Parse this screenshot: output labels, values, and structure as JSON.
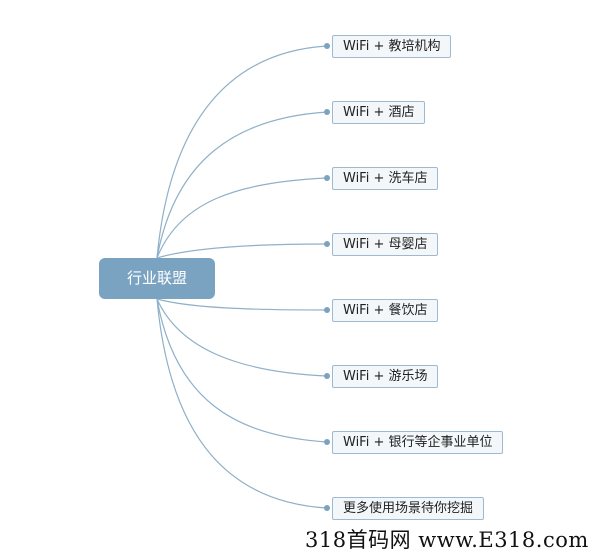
{
  "root": {
    "label": "行业联盟"
  },
  "branches": [
    {
      "label": "WiFi + 教培机构"
    },
    {
      "label": "WiFi + 酒店"
    },
    {
      "label": "WiFi + 洗车店"
    },
    {
      "label": "WiFi + 母婴店"
    },
    {
      "label": "WiFi + 餐饮店"
    },
    {
      "label": "WiFi + 游乐场"
    },
    {
      "label": "WiFi + 银行等企事业单位"
    },
    {
      "label": "更多使用场景待你挖掘"
    }
  ],
  "watermark": {
    "text": "318首码网 www.E318.com"
  },
  "colors": {
    "root_fill": "#7aa3c2",
    "branch_border": "#9fbad0",
    "connector": "#8fb0c8"
  }
}
